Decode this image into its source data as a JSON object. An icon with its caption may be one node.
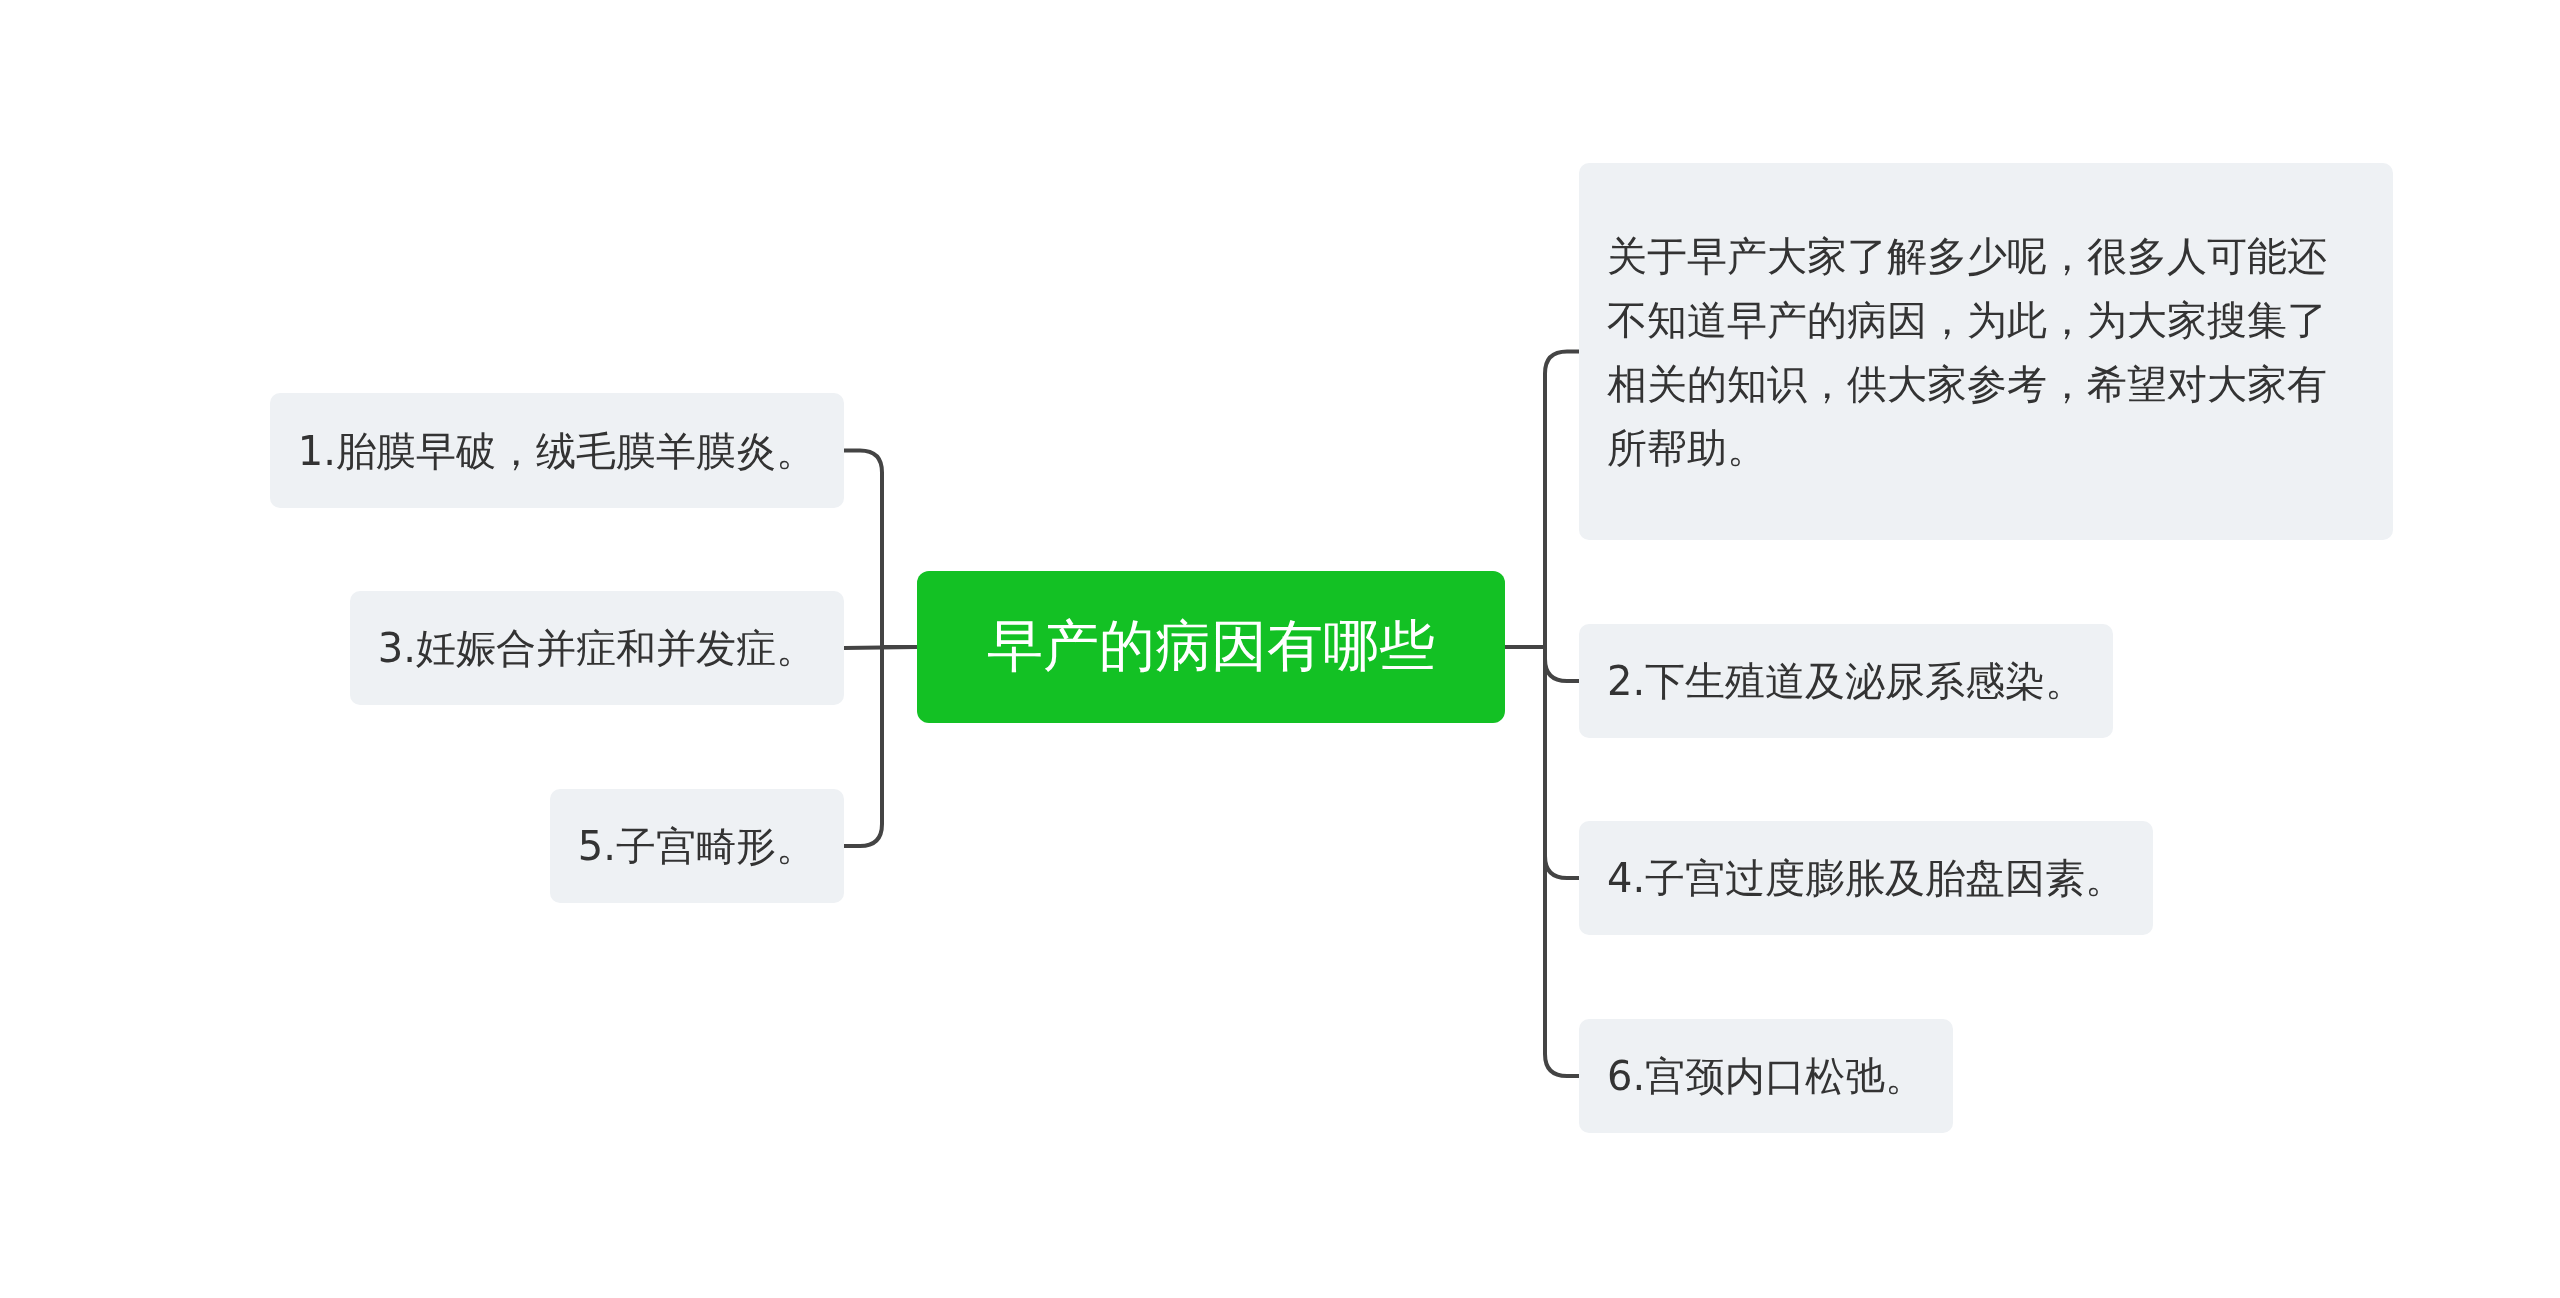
{
  "diagram": {
    "nodes": [
      {
        "text": [
          "早产的病因有哪些"
        ]
      },
      {
        "text": [
          "关于早产大家了解多少呢，很多人可能还不知道早产的病因，为此，为大家搜集了相关的知识，供大家参考，希望对大家有所帮助。"
        ]
      },
      {
        "text": [
          "1.胎膜早破，绒毛膜羊膜炎。"
        ]
      },
      {
        "text": [
          "2.下生殖道及泌尿系感染。"
        ]
      },
      {
        "text": [
          "3.妊娠合并症和并发症。"
        ]
      },
      {
        "text": [
          "4.子宫过度膨胀及胎盘因素。"
        ]
      },
      {
        "text": [
          "5.子宫畸形。"
        ]
      },
      {
        "text": [
          "6.宫颈内口松弛。"
        ]
      }
    ],
    "edges": [
      {
        "from": 0,
        "to": 1,
        "arrow": "none"
      },
      {
        "from": 0,
        "to": 2,
        "arrow": "none"
      },
      {
        "from": 0,
        "to": 3,
        "arrow": "none"
      },
      {
        "from": 0,
        "to": 4,
        "arrow": "none"
      },
      {
        "from": 0,
        "to": 5,
        "arrow": "none"
      },
      {
        "from": 0,
        "to": 6,
        "arrow": "none"
      },
      {
        "from": 0,
        "to": 7,
        "arrow": "none"
      }
    ]
  }
}
